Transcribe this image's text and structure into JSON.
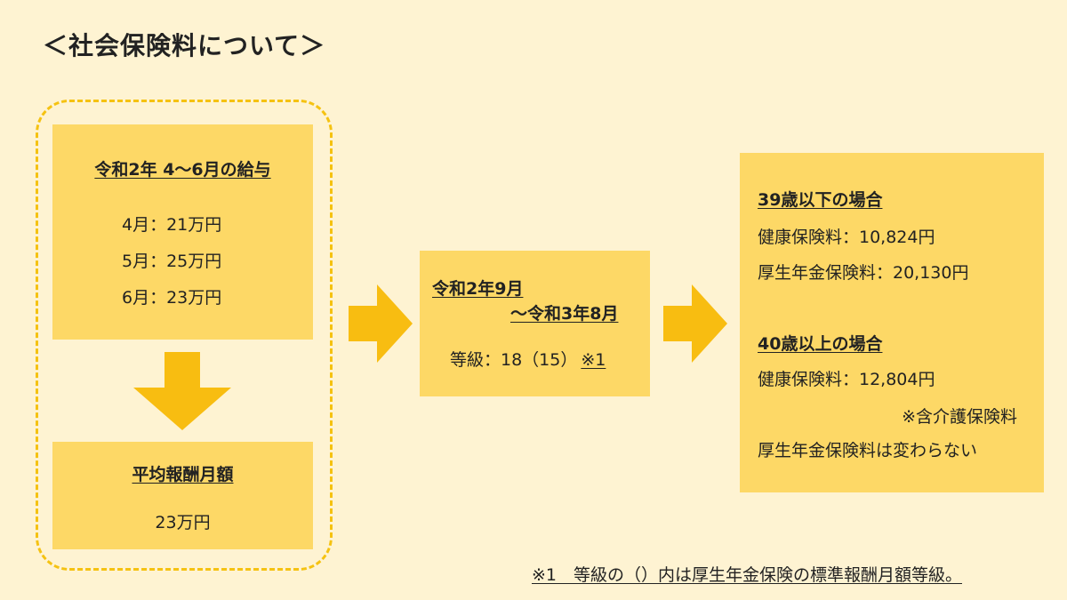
{
  "title": "＜社会保険料について＞",
  "salary_box": {
    "heading": "令和2年 4〜6月の給与",
    "items": [
      "4月：21万円",
      "5月：25万円",
      "6月：23万円"
    ]
  },
  "average_box": {
    "heading": "平均報酬月額",
    "value": "23万円"
  },
  "grade_box": {
    "period_line1": "令和2年9月",
    "period_line2": "〜令和3年8月",
    "grade_label": "等級：18（15）",
    "note_ref": "※1"
  },
  "result_box": {
    "under39_heading": "39歳以下の場合",
    "under39_health": "健康保険料：10,824円",
    "under39_pension": "厚生年金保険料：20,130円",
    "over40_heading": "40歳以上の場合",
    "over40_health": "健康保険料：12,804円",
    "over40_care_note": "※含介護保険料",
    "over40_pension_note": "厚生年金保険料は変わらない"
  },
  "footnote": "※1　等級の（）内は厚生年金保険の標準報酬月額等級。",
  "colors": {
    "background": "#FEF3D2",
    "box": "#FDD866",
    "arrow": "#F8BD11",
    "dashed_border": "#F5C211"
  }
}
